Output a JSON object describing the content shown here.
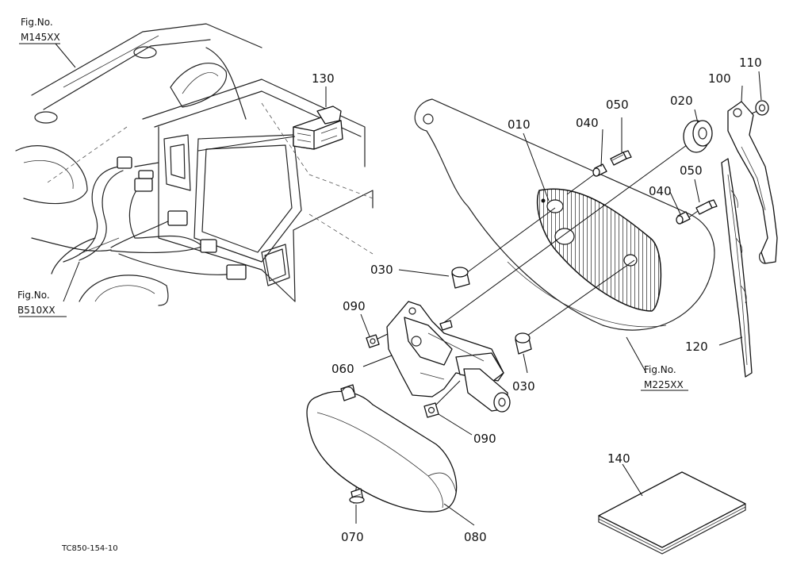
{
  "labels": {
    "p010": "010",
    "p020": "020",
    "p030a": "030",
    "p030b": "030",
    "p040a": "040",
    "p040b": "040",
    "p050a": "050",
    "p050b": "050",
    "p060": "060",
    "p070": "070",
    "p080": "080",
    "p090a": "090",
    "p090b": "090",
    "p100": "100",
    "p110": "110",
    "p120": "120",
    "p130": "130",
    "p140": "140"
  },
  "references": {
    "m145_line1": "Fig.No.",
    "m145_line2": "M145XX",
    "b510_line1": "Fig.No.",
    "b510_line2": "B510XX",
    "m225_line1": "Fig.No.",
    "m225_line2": "M225XX"
  },
  "footer": {
    "code": "TC850-154-10"
  }
}
